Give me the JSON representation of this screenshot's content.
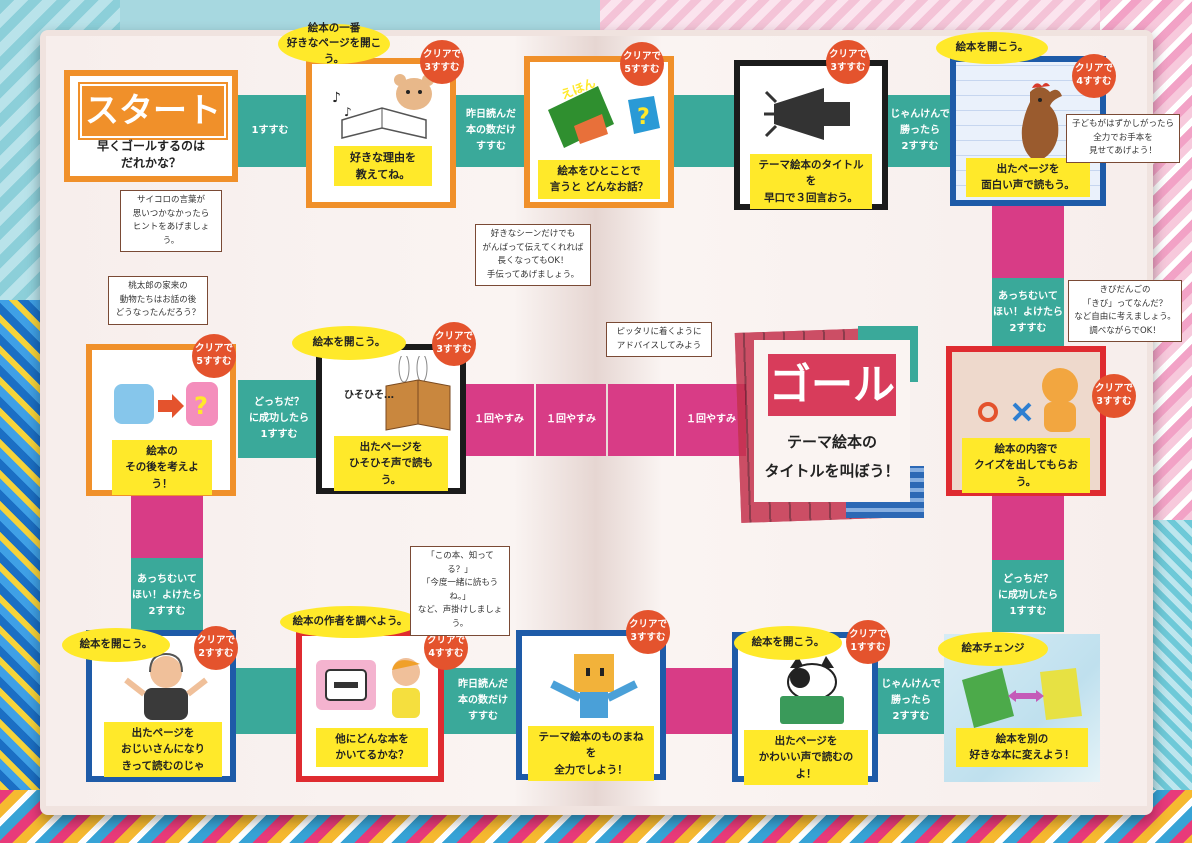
{
  "board": {
    "start_title": "スタート",
    "start_subtitle": "早くゴールするのは\nだれかな？",
    "goal_title": "ゴール",
    "goal_subtitle": "テーマ絵本の\nタイトルを叫ぼう！"
  },
  "squares": [
    {
      "bubble": "絵本の一番\n好きなページを開こう。",
      "badge": "クリアで\n3すすむ",
      "caption": "好きな理由を\n教えてね。"
    },
    {
      "badge": "クリアで\n5すすむ",
      "book_label": "えほん",
      "caption": "絵本をひとことで\n言うと どんなお話？"
    },
    {
      "badge": "クリアで\n3すすむ",
      "caption": "テーマ絵本のタイトルを\n早口で３回言おう。"
    },
    {
      "bubble": "絵本を開こう。",
      "badge": "クリアで\n4すすむ",
      "caption": "出たページを\n面白い声で読もう。"
    },
    {
      "badge": "クリアで\n3すすむ",
      "caption": "絵本の内容で\nクイズを出してもらおう。"
    },
    {
      "bubble": "絵本を開こう。",
      "badge": "クリアで\n3すすむ",
      "book_text": "ひそひそ…",
      "caption": "出たページを\nひそひそ声で読もう。"
    },
    {
      "badge": "クリアで\n5すすむ",
      "caption": "絵本の\nその後を考えよう！"
    },
    {
      "bubble": "絵本を開こう。",
      "badge": "クリアで\n2すすむ",
      "caption": "出たページを\nおじいさんになり\nきって読むのじゃ"
    },
    {
      "bubble": "絵本の作者を調べよう。",
      "badge": "クリアで\n4すすむ",
      "caption": "他にどんな本を\nかいてるかな？"
    },
    {
      "badge": "クリアで\n3すすむ",
      "caption": "テーマ絵本のものまねを\n全力でしよう！"
    },
    {
      "bubble": "絵本を開こう。",
      "badge": "クリアで\n1すすむ",
      "caption": "出たページを\nかわいい声で読むのよ！"
    },
    {
      "bubble": "絵本チェンジ",
      "caption": "絵本を別の\n好きな本に変えよう！"
    }
  ],
  "connectors": {
    "c1": "1すすむ",
    "c2": "昨日読んだ\n本の数だけ\nすすむ",
    "c3": "じゃんけんで\n勝ったら\n2すすむ",
    "c4": "あっちむいて\nほい！よけたら\n2すすむ",
    "c5": "どっちだ？\nに成功したら\n1すすむ",
    "rest1": "１回やすみ",
    "rest2": "１回やすみ",
    "rest3": "１回やすみ",
    "c6": "あっちむいて\nほい！よけたら\n2すすむ",
    "c7": "昨日読んだ\n本の数だけ\nすすむ",
    "c8": "じゃんけんで\n勝ったら\n2すすむ",
    "c9": "どっちだ？\nに成功したら\n1すすむ"
  },
  "notes": {
    "n1": "サイコロの言葉が\n思いつかなかったら\nヒントをあげましょう。",
    "n2": "好きなシーンだけでも\nがんばって伝えてくれれば\n長くなってもOK！\n手伝ってあげましょう。",
    "n3": "子どもがはずかしがったら\n全力でお手本を\n見せてあげよう！",
    "n4": "桃太郎の家来の\n動物たちはお話の後\nどうなったんだろう？",
    "n5": "ピッタリに着くように\nアドバイスしてみよう",
    "n6": "きびだんごの\n「きび」ってなんだ？\nなど自由に考えましょう。\n調べながらでOK！",
    "n7": "「この本、知ってる？」\n「今度一緒に読もうね。」\nなど、声掛けしましょう。"
  },
  "colors": {
    "teal": "#3aa99a",
    "pink": "#d83c86",
    "orange": "#f0902a",
    "badge": "#e4532d",
    "yellow": "#ffe92a",
    "blue": "#1e5ba8",
    "red": "#df2b30"
  }
}
